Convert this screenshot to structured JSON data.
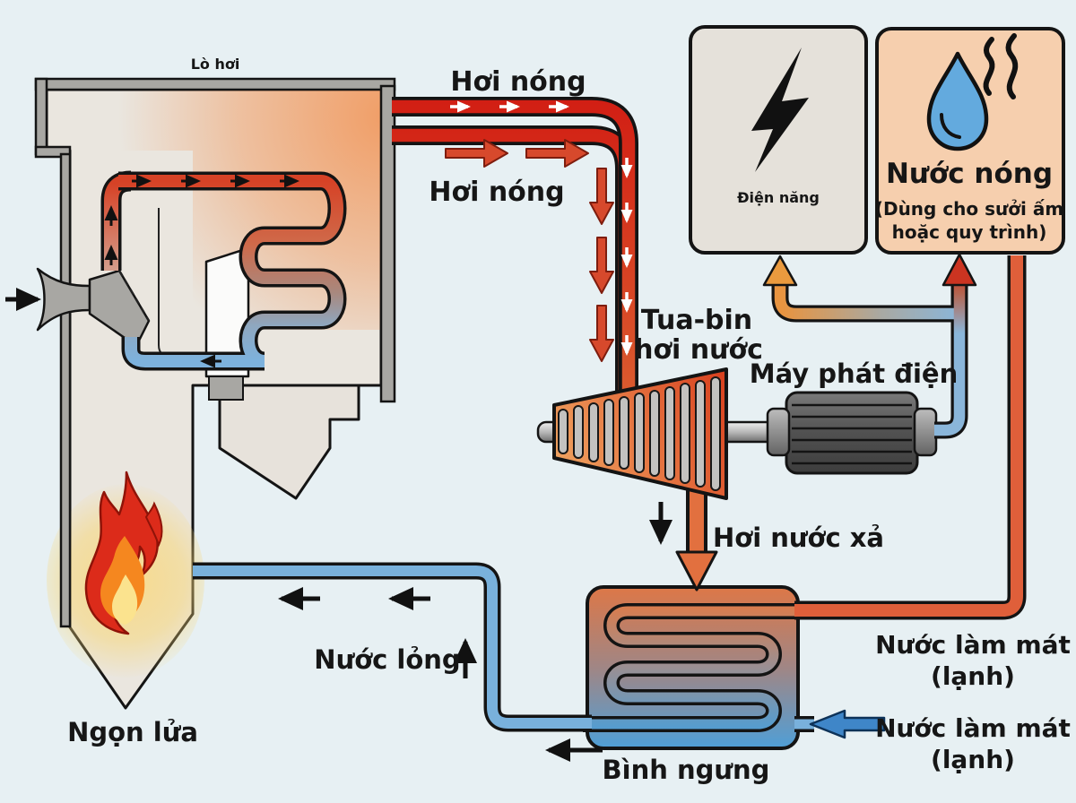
{
  "labels": {
    "boiler": "Lò hơi",
    "hot_steam_top": "Hơi nóng",
    "hot_steam_mid": "Hơi nóng",
    "electricity": "Điện năng",
    "hot_water_title": "Nước nóng",
    "hot_water_sub1": "(Dùng cho sưởi ấm",
    "hot_water_sub2": "hoặc quy trình)",
    "turbine_line1": "Tua-bin",
    "turbine_line2": "hơi nước",
    "generator": "Máy phát điện",
    "exhaust_steam": "Hơi nước xả",
    "liquid_water": "Nước lỏng",
    "flame": "Ngọn lửa",
    "condenser": "Bình ngưng",
    "cooling_water_upper_line1": "Nước làm mát",
    "cooling_water_upper_line2": "(lạnh)",
    "cooling_water_lower_line1": "Nước làm mát",
    "cooling_water_lower_line2": "(lạnh)"
  },
  "icons": {
    "lightning": "lightning-bolt-icon",
    "water_drop": "water-drop-icon",
    "steam": "steam-squiggles-icon",
    "flame": "flame-icon"
  },
  "colors": {
    "background": "#e7f0f3",
    "boiler_wall": "#a8a7a3",
    "boiler_interior": "#eae6df",
    "hot_glow": "#f19a60",
    "steam_pipe_red": "#d42818",
    "water_pipe_blue": "#79b1dc",
    "hot_water_pipe_orange": "#df5f3a",
    "turbine_orange": "#e2703f",
    "condenser_top": "#dd7747",
    "condenser_bottom": "#4f9fd7",
    "electricity_box": "#e5e1da",
    "hot_water_box": "#f6cfae",
    "generator_gray": "#575757"
  }
}
